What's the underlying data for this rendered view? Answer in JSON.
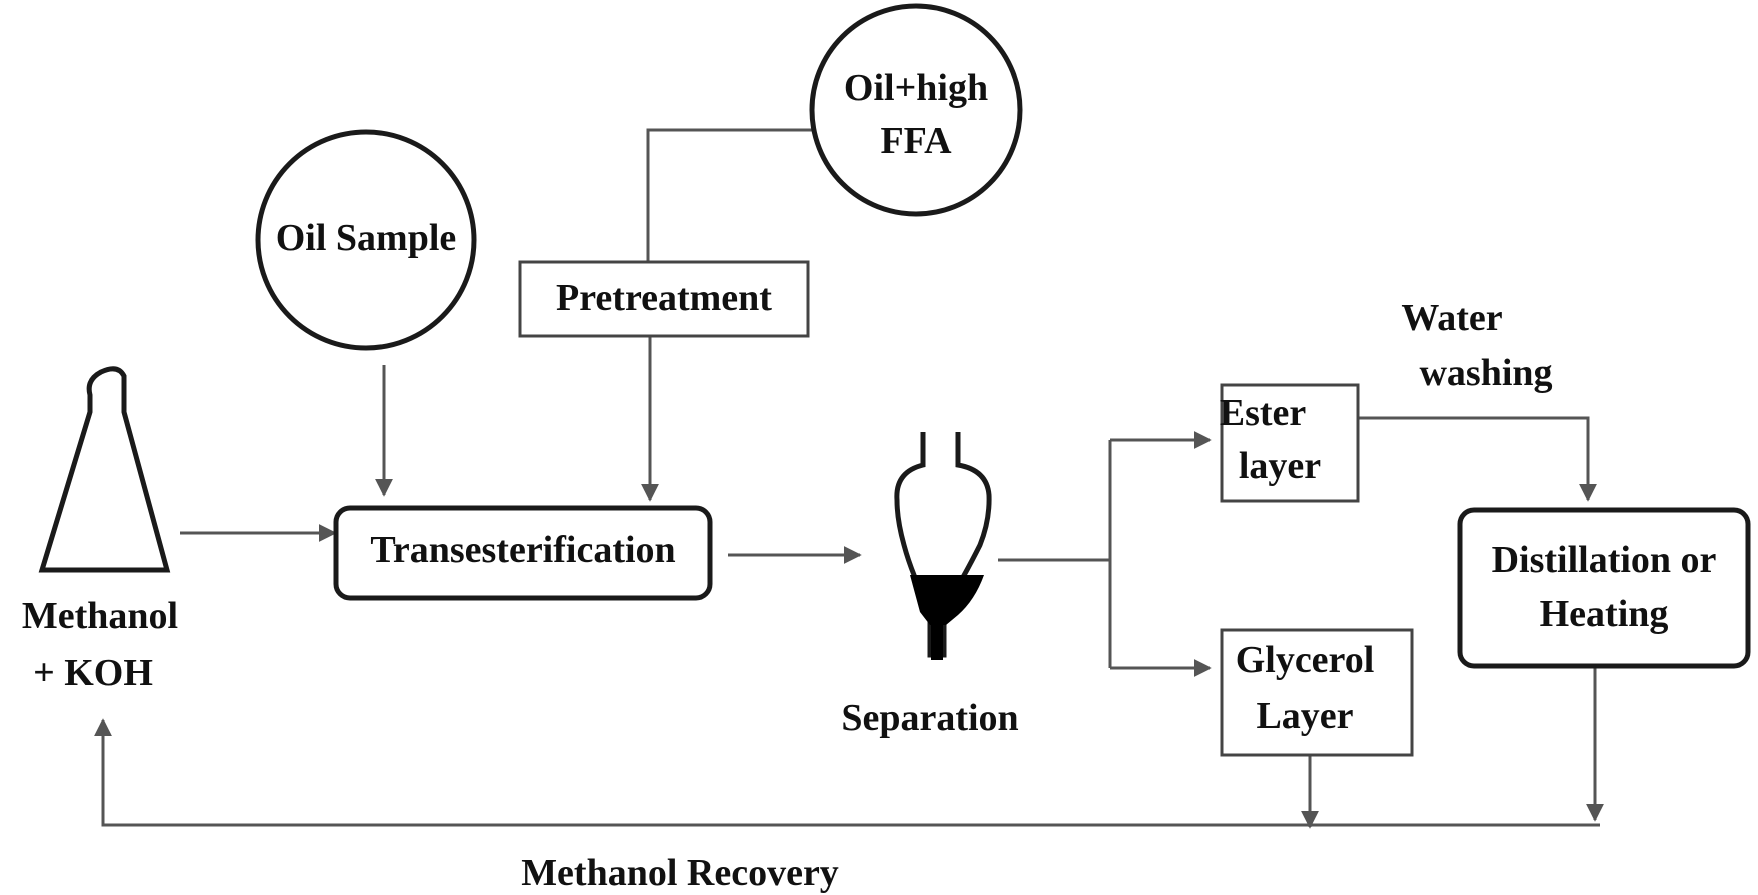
{
  "nodes": {
    "oil_sample": "Oil Sample",
    "oil_high_ffa_line1": "Oil+high",
    "oil_high_ffa_line2": "FFA",
    "pretreatment": "Pretreatment",
    "methanol_koh_line1": "Methanol",
    "methanol_koh_line2": "+ KOH",
    "transesterification": "Transesterification",
    "separation": "Separation",
    "ester_layer_line1": "Ester",
    "ester_layer_line2": "layer",
    "glycerol_layer_line1": "Glycerol",
    "glycerol_layer_line2": "Layer",
    "water_washing_line1": "Water",
    "water_washing_line2": "washing",
    "distillation_line1": "Distillation or",
    "distillation_line2": "Heating",
    "methanol_recovery": "Methanol Recovery"
  },
  "colors": {
    "line": "#555555",
    "shape_stroke": "#1a1a1a",
    "text": "#111111",
    "background": "#ffffff"
  }
}
